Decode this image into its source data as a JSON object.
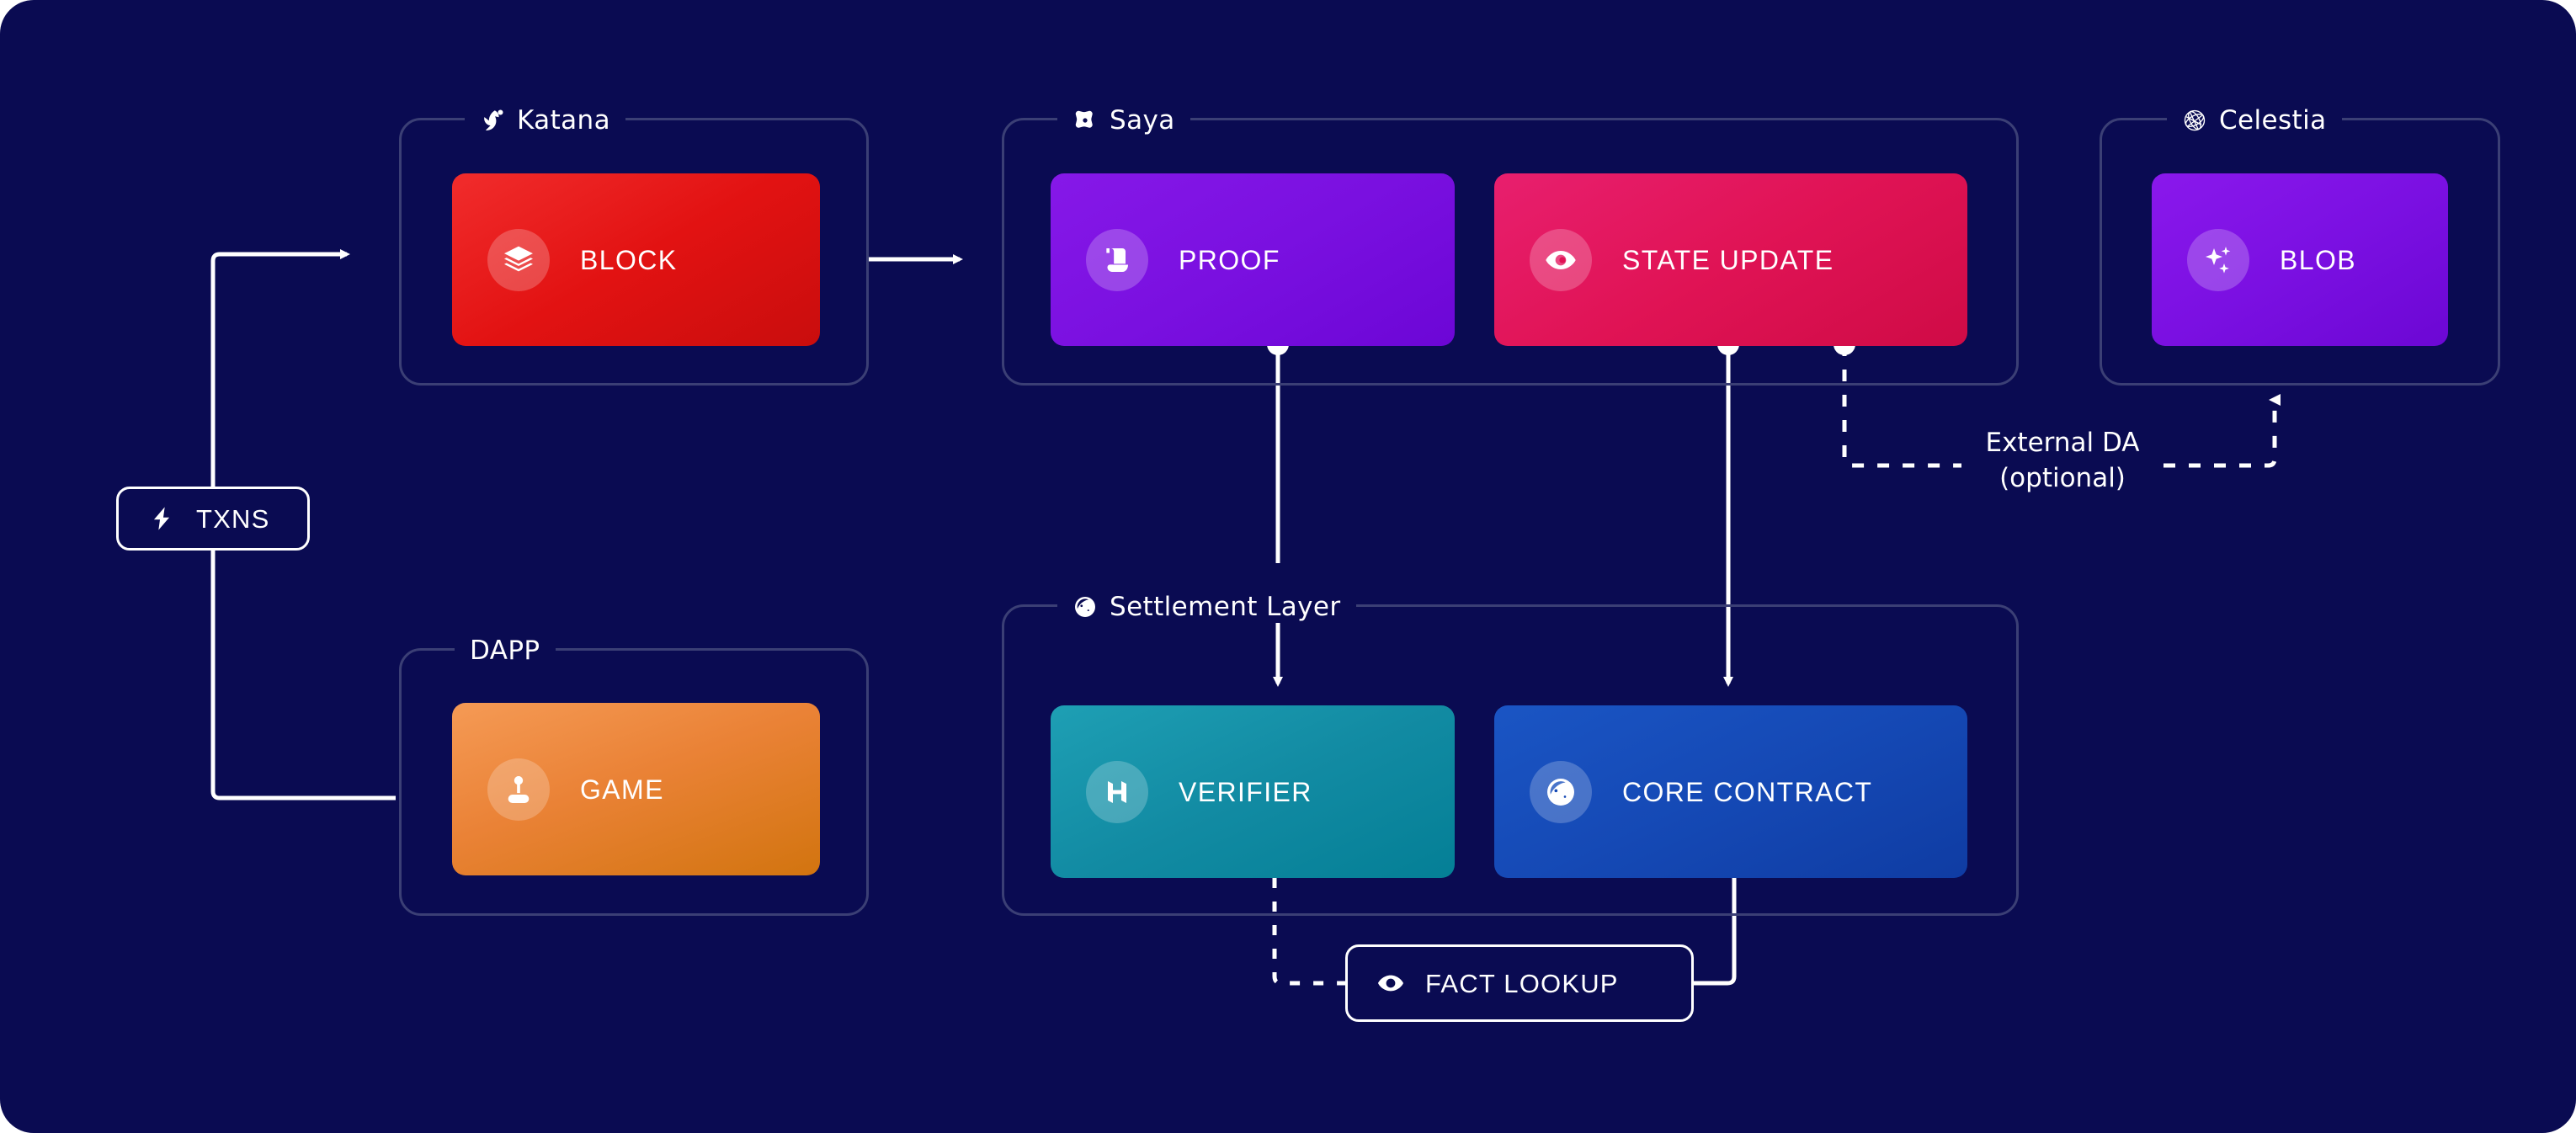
{
  "canvas": {
    "background_color": "#0a0b52",
    "frame_color": "#3b3f75",
    "wire_color": "#ffffff"
  },
  "groups": [
    {
      "id": "katana",
      "label": "Katana",
      "icon": "katana-logo-icon"
    },
    {
      "id": "dapp",
      "label": "DAPP",
      "icon": "none"
    },
    {
      "id": "saya",
      "label": "Saya",
      "icon": "saya-logo-icon"
    },
    {
      "id": "settlement",
      "label": "Settlement Layer",
      "icon": "starknet-logo-icon"
    },
    {
      "id": "celestia",
      "label": "Celestia",
      "icon": "celestia-globe-icon"
    }
  ],
  "cards": [
    {
      "id": "block",
      "label": "BLOCK",
      "icon": "layers-icon",
      "color": "#e21212"
    },
    {
      "id": "game",
      "label": "GAME",
      "icon": "joystick-icon",
      "color": "#ea8236"
    },
    {
      "id": "proof",
      "label": "PROOF",
      "icon": "scroll-icon",
      "color": "#7a10e0"
    },
    {
      "id": "state_update",
      "label": "STATE UPDATE",
      "icon": "eye-icon",
      "color": "#e01355"
    },
    {
      "id": "blob",
      "label": "BLOB",
      "icon": "sparkles-icon",
      "color": "#7b10e2"
    },
    {
      "id": "verifier",
      "label": "VERIFIER",
      "icon": "herodotus-h-icon",
      "color": "#128ba3"
    },
    {
      "id": "core_contract",
      "label": "CORE CONTRACT",
      "icon": "starknet-logo-icon",
      "color": "#1549b5"
    }
  ],
  "chips": [
    {
      "id": "txns",
      "label": "TXNS",
      "icon": "lightning-bolt-icon"
    },
    {
      "id": "fact_lookup",
      "label": "FACT LOOKUP",
      "icon": "eye-icon"
    }
  ],
  "annotations": [
    {
      "id": "external_da",
      "line1": "External DA",
      "line2": "(optional)"
    }
  ]
}
